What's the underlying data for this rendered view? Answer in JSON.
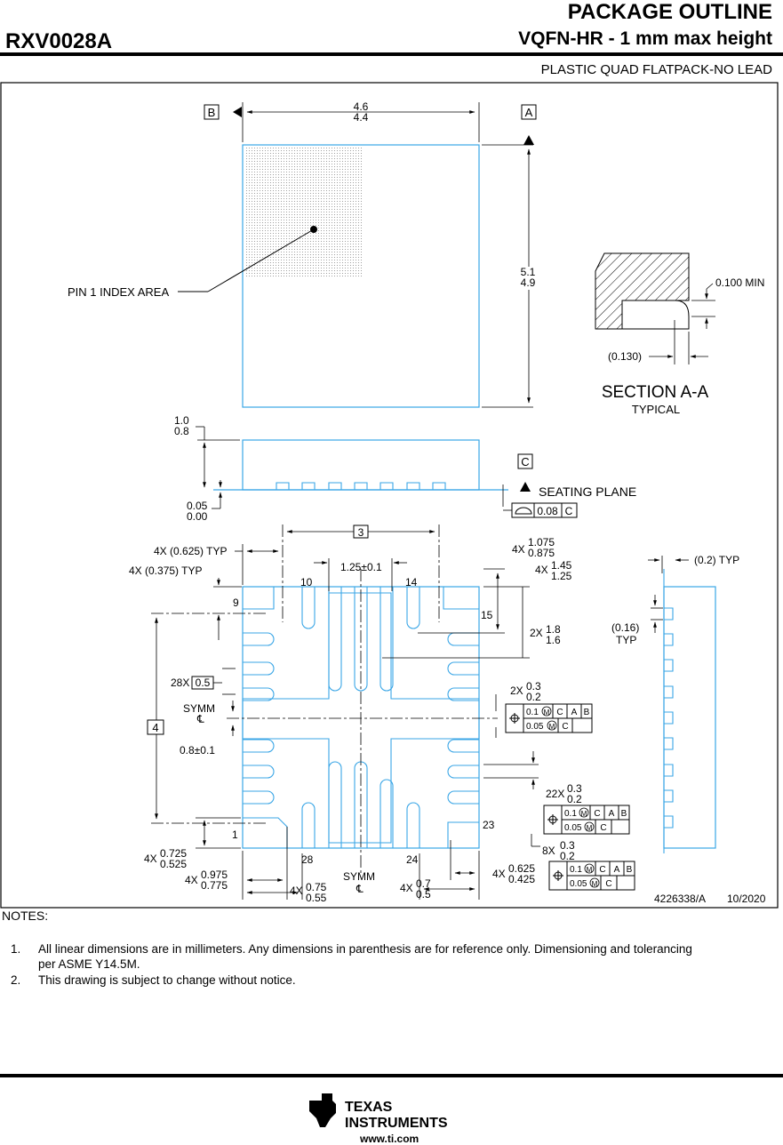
{
  "header": {
    "title": "PACKAGE OUTLINE",
    "part_number": "RXV0028A",
    "subtitle": "VQFN-HR - 1 mm max height",
    "description": "PLASTIC QUAD FLATPACK-NO LEAD"
  },
  "drawing": {
    "datum_a": "A",
    "datum_b": "B",
    "datum_c": "C",
    "width_max": "4.6",
    "width_min": "4.4",
    "length_max": "5.1",
    "length_min": "4.9",
    "pin1_label": "PIN 1 INDEX AREA",
    "height_max": "1.0",
    "height_min": "0.8",
    "standoff_max": "0.05",
    "standoff_min": "0.00",
    "seating_plane": "SEATING PLANE",
    "flatness_value": "0.08",
    "flatness_datum": "C",
    "section_title": "SECTION A-A",
    "section_sub": "TYPICAL",
    "section_min": "0.100 MIN",
    "section_ref": "(0.130)",
    "dim_3": "3",
    "dim_4": "4",
    "typ_0625": "4X (0.625) TYP",
    "typ_0375": "4X (0.375) TYP",
    "dim_125": "1.25±0.1",
    "dim_08": "0.8±0.1",
    "pitch_count": "28X",
    "pitch_value": "0.5",
    "symm": "SYMM",
    "centerline": "℄",
    "pin_9": "9",
    "pin_10": "10",
    "pin_14": "14",
    "pin_15": "15",
    "pin_1": "1",
    "pin_28": "28",
    "pin_24": "24",
    "pin_23": "23",
    "mult_4x": "4X",
    "mult_2x": "2X",
    "mult_22x": "22X",
    "mult_8x": "8X",
    "d1075": "1.075",
    "d0875": "0.875",
    "d145": "1.45",
    "d125": "1.25",
    "d18": "1.8",
    "d16": "1.6",
    "d03": "0.3",
    "d02": "0.2",
    "d0725": "0.725",
    "d0525": "0.525",
    "d0975": "0.975",
    "d0775": "0.775",
    "d075": "0.75",
    "d055": "0.55",
    "d07": "0.7",
    "d05": "0.5",
    "d0625": "0.625",
    "d0425": "0.425",
    "typ_02": "(0.2) TYP",
    "typ_016": "(0.16)",
    "typ": "TYP",
    "tol_01": "0.1",
    "tol_005": "0.05",
    "m": "M",
    "drawing_number": "4226338/A",
    "revision_date": "10/2020"
  },
  "notes": {
    "heading": "NOTES:",
    "items": [
      {
        "num": "1.",
        "text": "All linear dimensions are in millimeters. Any dimensions in parenthesis are for reference only. Dimensioning and tolerancing",
        "text2": "per ASME Y14.5M."
      },
      {
        "num": "2.",
        "text": "This drawing is subject to change without notice."
      }
    ]
  },
  "footer": {
    "logo_line1": "TEXAS",
    "logo_line2": "INSTRUMENTS",
    "url": "www.ti.com"
  },
  "colors": {
    "package_outline": "#3aa6e6",
    "line": "#000000"
  }
}
